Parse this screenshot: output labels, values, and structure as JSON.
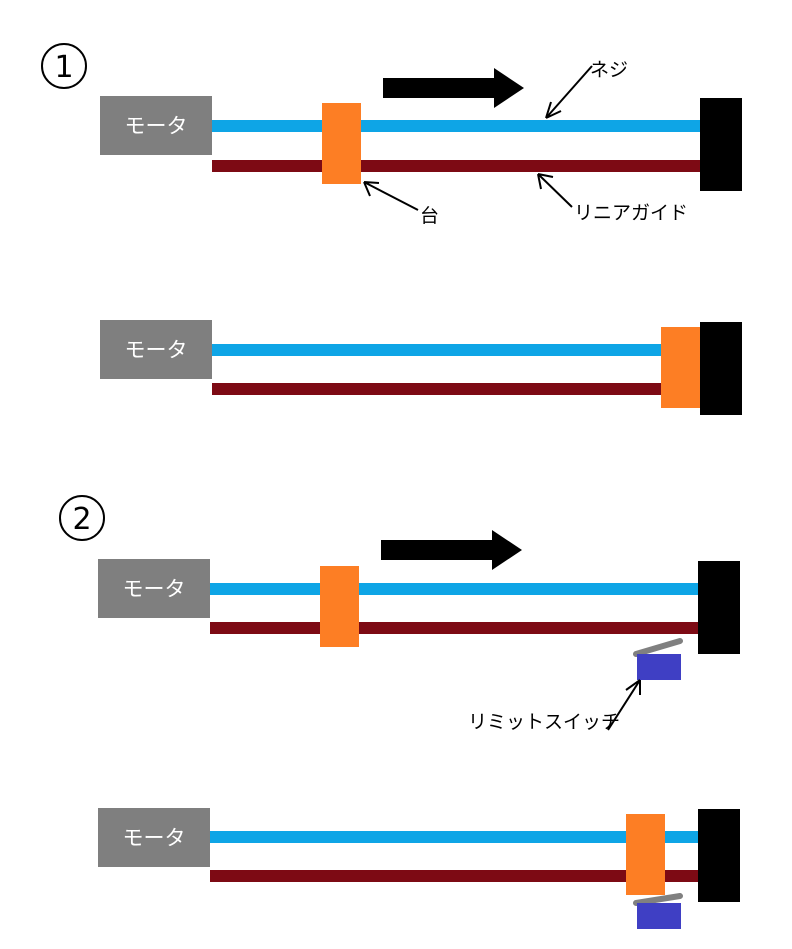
{
  "colors": {
    "screw": "#0ea5e6",
    "guide": "#7d0a14",
    "stage": "#fd7e24",
    "motor": "#7f7f7f",
    "end_block": "#000000",
    "switch_body": "#3f3fc4",
    "switch_lever": "#808080"
  },
  "section1": {
    "number": "1",
    "motor_label": "モータ",
    "labels": {
      "screw": "ネジ",
      "stage": "台",
      "guide": "リニアガイド"
    }
  },
  "section1b": {
    "motor_label": "モータ"
  },
  "section2": {
    "number": "2",
    "motor_label": "モータ",
    "labels": {
      "limit_switch": "リミットスイッチ"
    }
  },
  "section2b": {
    "motor_label": "モータ"
  }
}
